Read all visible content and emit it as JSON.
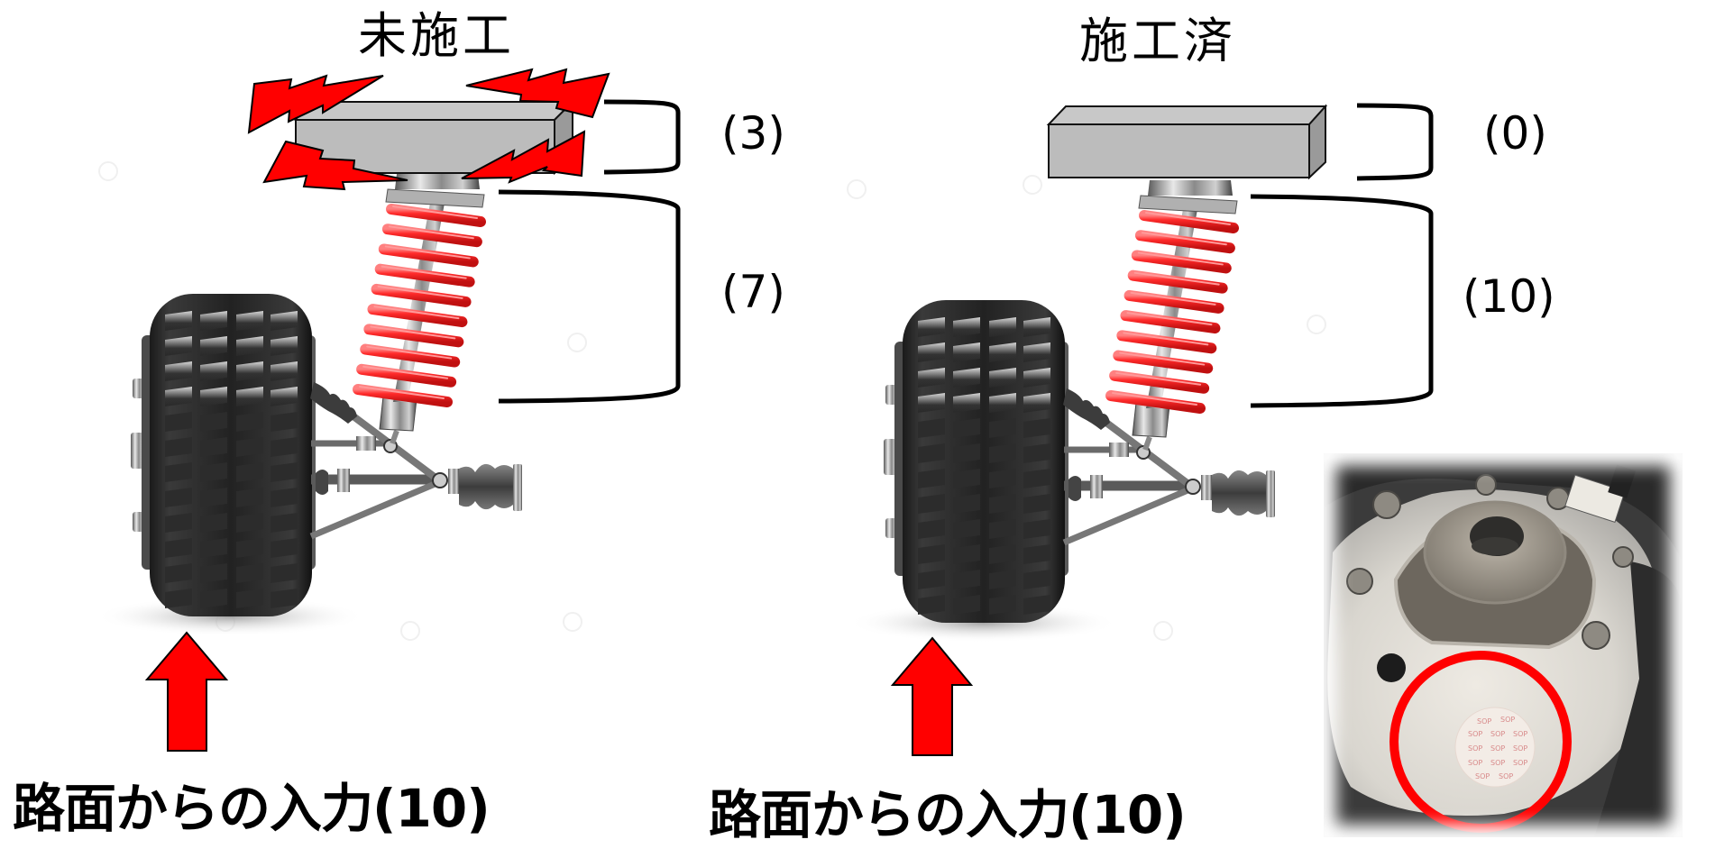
{
  "figure": {
    "left_panel": {
      "title": "未施工",
      "body_value_label": "(3)",
      "spring_value_label": "(7)",
      "road_input_label": "路面からの入力(10)",
      "vibration_shown": true
    },
    "right_panel": {
      "title": "施工済",
      "body_value_label": "(0)",
      "spring_value_label": "(10)",
      "road_input_label": "路面からの入力(10)",
      "vibration_shown": false
    },
    "photo": {
      "description": "strut tower top with applied sticker, highlighted by red circle",
      "sticker_text": "SOP"
    },
    "colors": {
      "accent_red": "#ff0000",
      "spring_red": "#e8282c",
      "block_gray": "#c0c0c0",
      "block_side_gray": "#9a9a9a",
      "text": "#000000"
    }
  }
}
